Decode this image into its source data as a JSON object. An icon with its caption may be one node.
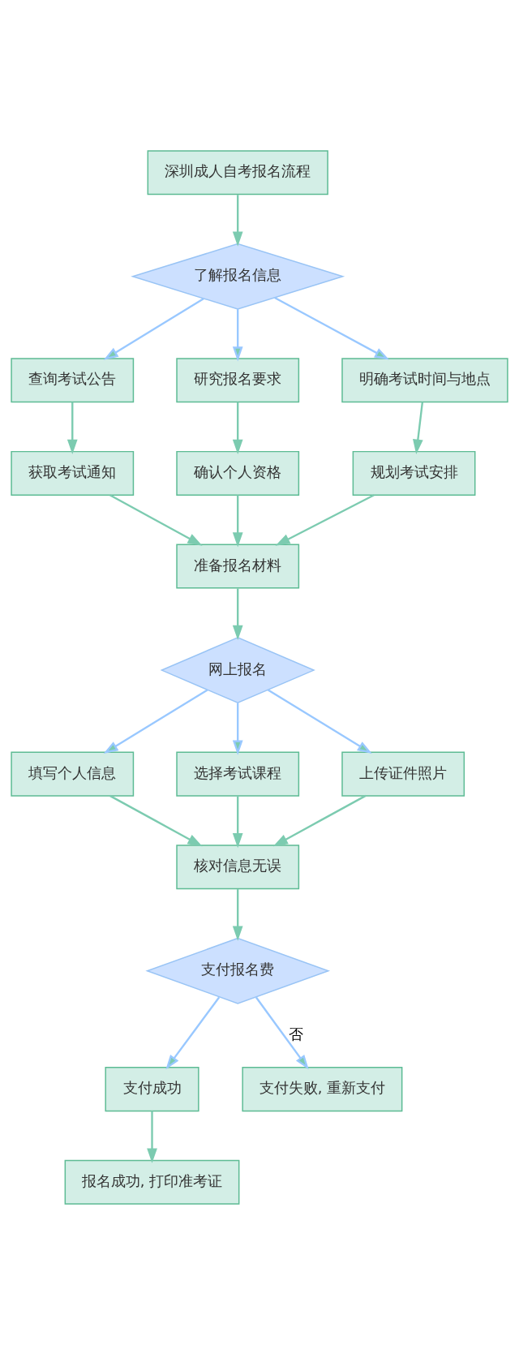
{
  "diagram": {
    "nodes": [
      {
        "text": [
          "深圳成人自考报名流程"
        ]
      },
      {
        "text": [
          "了解报名信息"
        ]
      },
      {
        "text": [
          "查询考试公告"
        ]
      },
      {
        "text": [
          "研究报名要求"
        ]
      },
      {
        "text": [
          "明确考试时间与地点"
        ]
      },
      {
        "text": [
          "获取考试通知"
        ]
      },
      {
        "text": [
          "确认个人资格"
        ]
      },
      {
        "text": [
          "规划考试安排"
        ]
      },
      {
        "text": [
          "准备报名材料"
        ]
      },
      {
        "text": [
          "网上报名"
        ]
      },
      {
        "text": [
          "填写个人信息"
        ]
      },
      {
        "text": [
          "选择考试课程"
        ]
      },
      {
        "text": [
          "上传证件照片"
        ]
      },
      {
        "text": [
          "核对信息无误"
        ]
      },
      {
        "text": [
          "支付报名费"
        ]
      },
      {
        "text": [
          "支付成功"
        ]
      },
      {
        "text": [
          "支付失败, 重新支付"
        ]
      },
      {
        "text": [
          "报名成功, 打印准考证"
        ]
      }
    ],
    "edges": [
      {
        "from": 0,
        "to": 1,
        "arrow": "to"
      },
      {
        "from": 1,
        "to": 2,
        "arrow": "to",
        "color": "#99c8ff"
      },
      {
        "from": 1,
        "to": 3,
        "arrow": "to",
        "color": "#99c8ff"
      },
      {
        "from": 1,
        "to": 4,
        "arrow": "to",
        "color": "#99c8ff"
      },
      {
        "from": 2,
        "to": 5,
        "arrow": "to"
      },
      {
        "from": 3,
        "to": 6,
        "arrow": "to"
      },
      {
        "from": 4,
        "to": 7,
        "arrow": "to"
      },
      {
        "from": 5,
        "to": 8,
        "arrow": "to"
      },
      {
        "from": 6,
        "to": 8,
        "arrow": "to"
      },
      {
        "from": 7,
        "to": 8,
        "arrow": "to"
      },
      {
        "from": 8,
        "to": 9,
        "arrow": "to"
      },
      {
        "from": 9,
        "to": 10,
        "arrow": "to",
        "color": "#99c8ff"
      },
      {
        "from": 9,
        "to": 11,
        "arrow": "to",
        "color": "#99c8ff"
      },
      {
        "from": 9,
        "to": 12,
        "arrow": "to",
        "color": "#99c8ff"
      },
      {
        "from": 10,
        "to": 13,
        "arrow": "to"
      },
      {
        "from": 11,
        "to": 13,
        "arrow": "to"
      },
      {
        "from": 12,
        "to": 13,
        "arrow": "to"
      },
      {
        "from": 13,
        "to": 14,
        "arrow": "to"
      },
      {
        "from": 14,
        "to": 15,
        "arrow": "to",
        "color": "#99c8ff"
      },
      {
        "from": 14,
        "to": 16,
        "arrow": "to",
        "label": "否",
        "color": "#99c8ff"
      },
      {
        "from": 15,
        "to": 17,
        "arrow": "to"
      }
    ]
  }
}
